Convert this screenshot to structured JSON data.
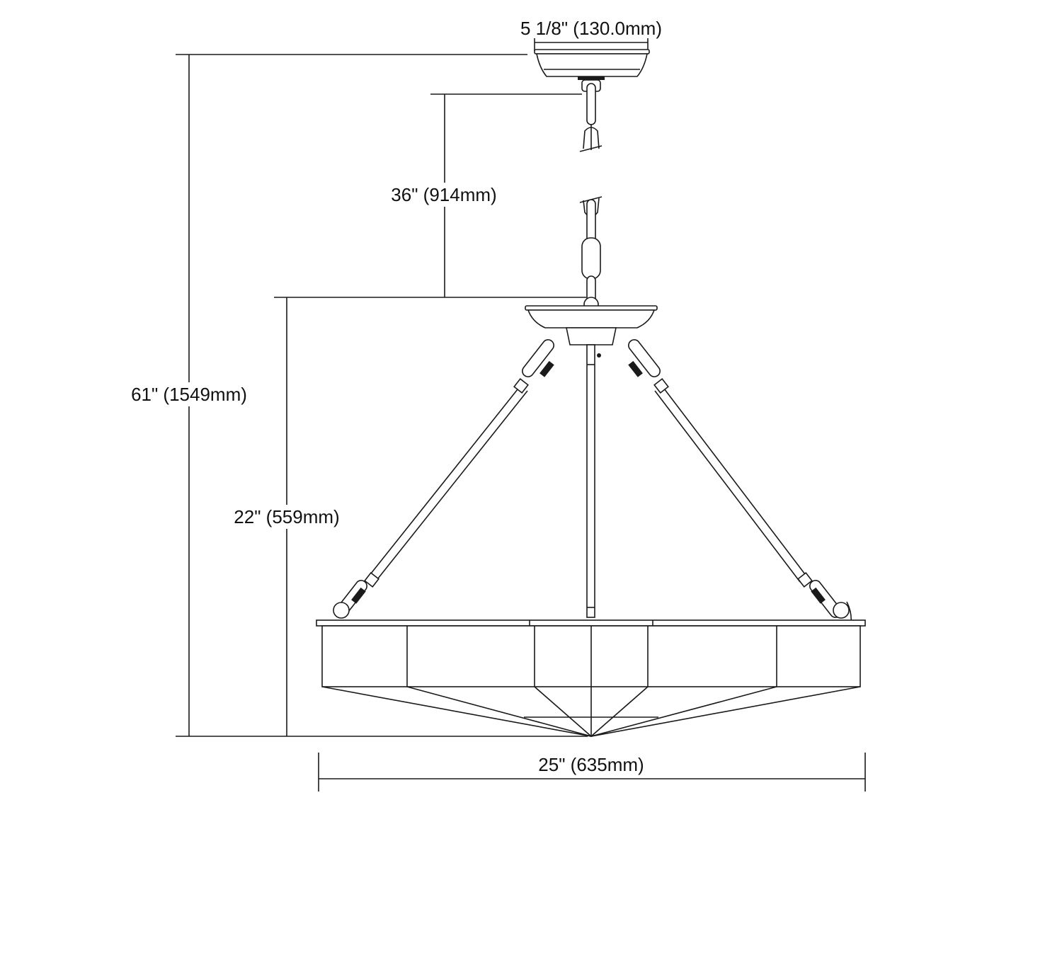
{
  "dimensions": {
    "canopy_width": "5 1/8\" (130.0mm)",
    "chain_length": "36\" (914mm)",
    "overall_height": "61\" (1549mm)",
    "fixture_height": "22\" (559mm)",
    "fixture_width": "25\" (635mm)"
  },
  "colors": {
    "line": "#1a1a1a",
    "background": "#ffffff"
  }
}
